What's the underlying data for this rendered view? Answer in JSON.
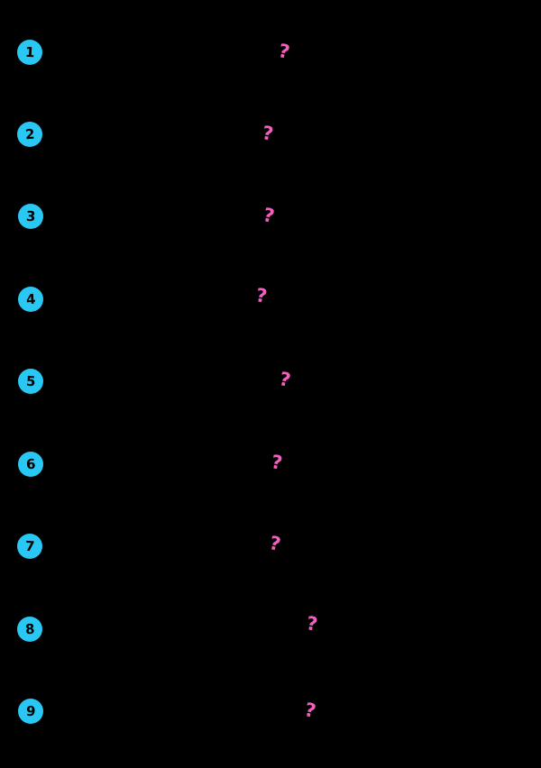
{
  "page": {
    "background_color": "#000000"
  },
  "colors": {
    "badge_fill": "#29C7F3",
    "badge_digit": "#000000",
    "question_mark": "#F65FC0"
  },
  "items": [
    {
      "number": "1",
      "answer_placeholder": "?"
    },
    {
      "number": "2",
      "answer_placeholder": "?"
    },
    {
      "number": "3",
      "answer_placeholder": "?"
    },
    {
      "number": "4",
      "answer_placeholder": "?"
    },
    {
      "number": "5",
      "answer_placeholder": "?"
    },
    {
      "number": "6",
      "answer_placeholder": "?"
    },
    {
      "number": "7",
      "answer_placeholder": "?"
    },
    {
      "number": "8",
      "answer_placeholder": "?"
    },
    {
      "number": "9",
      "answer_placeholder": "?"
    }
  ]
}
